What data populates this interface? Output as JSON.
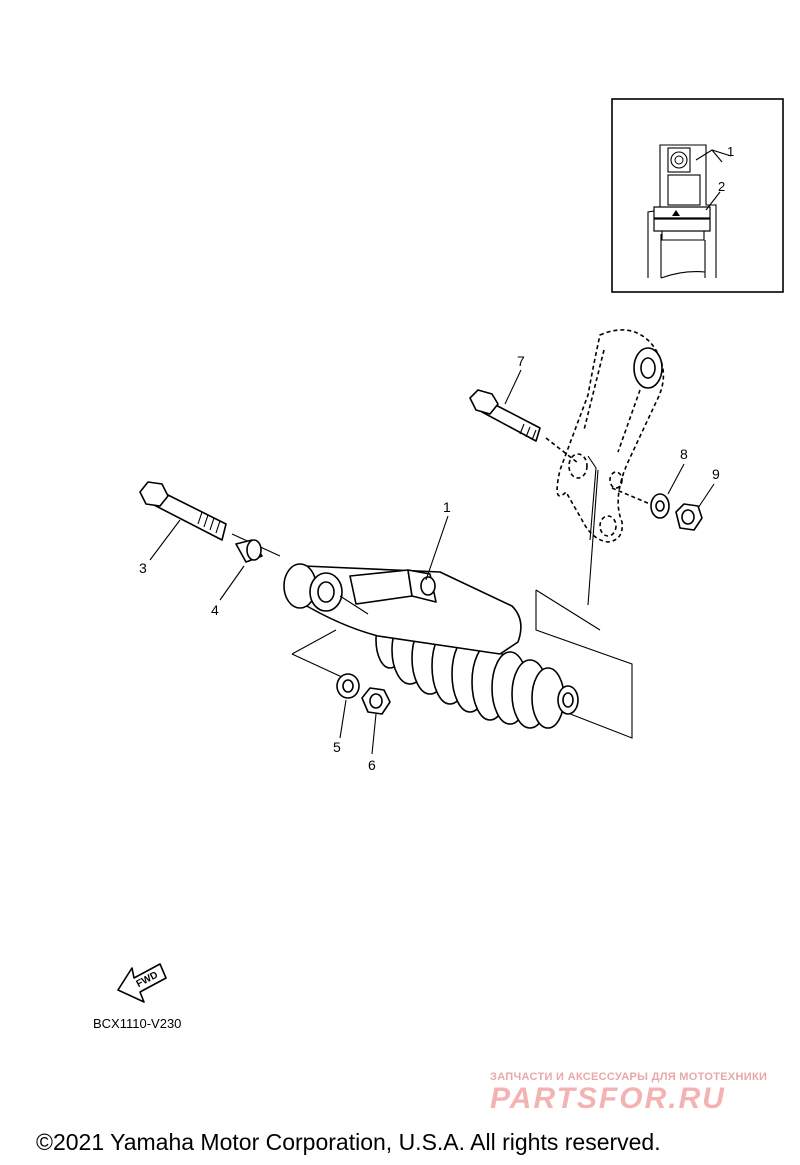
{
  "diagram": {
    "callouts": [
      "1",
      "2",
      "3",
      "4",
      "5",
      "6",
      "7",
      "8",
      "9"
    ],
    "inset_callouts": [
      "1",
      "2"
    ],
    "fwd_label": "FWD",
    "ref_code": "BCX1110-V230",
    "parts": [
      "rear-shock-absorber",
      "bolt",
      "collar",
      "washer",
      "nut",
      "relay-arm",
      "bolt",
      "washer",
      "nut"
    ]
  },
  "watermark": {
    "subtitle": "ЗАПЧАСТИ И АКСЕССУАРЫ ДЛЯ МОТОТЕХНИКИ",
    "logo_text": "PARTSFOR.RU",
    "color": "#f3b3b3"
  },
  "footer": {
    "copyright": "©2021 Yamaha Motor Corporation, U.S.A. All rights reserved."
  }
}
